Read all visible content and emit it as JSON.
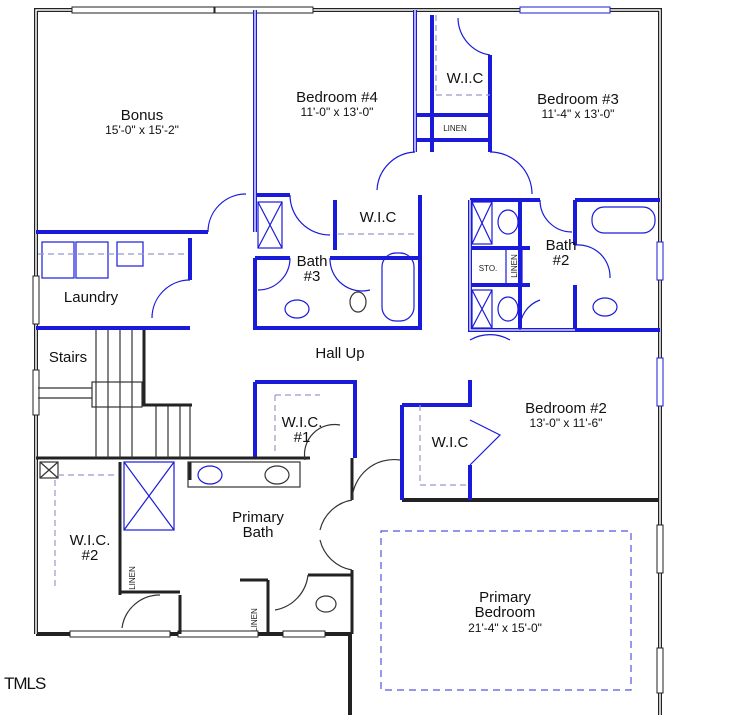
{
  "colors": {
    "interior_walls": "#1a1adb",
    "exterior_walls": "#222222",
    "background": "#ffffff"
  },
  "rooms": {
    "bonus": {
      "name": "Bonus",
      "dims": "15'-0\" x 15'-2\""
    },
    "bedroom4": {
      "name": "Bedroom #4",
      "dims": "11'-0\" x 13'-0\""
    },
    "bedroom3": {
      "name": "Bedroom #3",
      "dims": "11'-4\" x 13'-0\""
    },
    "wic_top": {
      "name": "W.I.C"
    },
    "linen_top": {
      "name": "LINEN"
    },
    "wic_b4": {
      "name": "W.I.C"
    },
    "bath3": {
      "name_1": "Bath",
      "name_2": "#3"
    },
    "bath2": {
      "name_1": "Bath",
      "name_2": "#2"
    },
    "sto": {
      "name": "STO."
    },
    "linen_bath2": {
      "name": "LINEN"
    },
    "laundry": {
      "name": "Laundry"
    },
    "stairs": {
      "name": "Stairs"
    },
    "hall": {
      "name": "Hall Up"
    },
    "wic1": {
      "name_1": "W.I.C.",
      "name_2": "#1"
    },
    "bedroom2": {
      "name": "Bedroom #2",
      "dims": "13'-0\" x 11'-6\""
    },
    "wic_b2": {
      "name": "W.I.C"
    },
    "wic2": {
      "name_1": "W.I.C.",
      "name_2": "#2"
    },
    "primary_bath": {
      "name_1": "Primary",
      "name_2": "Bath"
    },
    "linen_pb1": {
      "name": "LINEN"
    },
    "linen_pb2": {
      "name": "LINEN"
    },
    "primary_bedroom": {
      "name_1": "Primary",
      "name_2": "Bedroom",
      "dims": "21'-4\" x 15'-0\""
    }
  },
  "watermark": "TMLS"
}
